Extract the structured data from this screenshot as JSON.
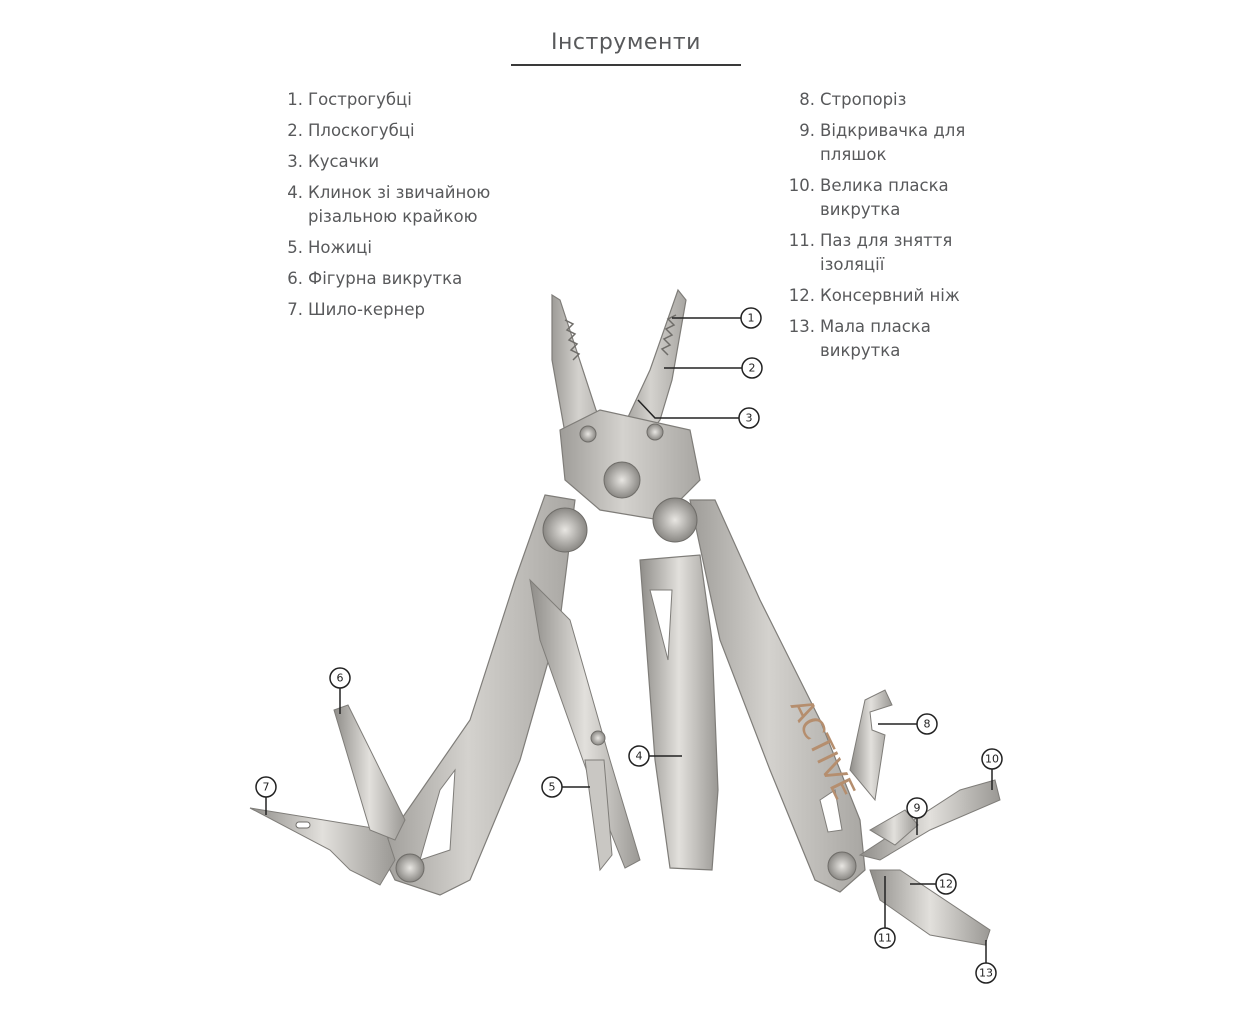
{
  "title": "Інструменти",
  "tools_left": [
    {
      "num": "1.",
      "label": "Гострогубці"
    },
    {
      "num": "2.",
      "label": "Плоскогубці"
    },
    {
      "num": "3.",
      "label": "Кусачки"
    },
    {
      "num": "4.",
      "label": "Клинок зі звичайною різальною крайкою"
    },
    {
      "num": "5.",
      "label": "Ножиці"
    },
    {
      "num": "6.",
      "label": "Фігурна викрутка"
    },
    {
      "num": "7.",
      "label": "Шило-кернер"
    }
  ],
  "tools_right": [
    {
      "num": "8.",
      "label": "Стропоріз"
    },
    {
      "num": "9.",
      "label": "Відкривачка для пляшок"
    },
    {
      "num": "10.",
      "label": "Велика пласка викрутка"
    },
    {
      "num": "11.",
      "label": "Паз для зняття ізоляції"
    },
    {
      "num": "12.",
      "label": "Консервний ніж"
    },
    {
      "num": "13.",
      "label": "Мала пласка викрутка"
    }
  ],
  "brand_logo": "ACTIVE",
  "callouts": [
    "1",
    "2",
    "3",
    "4",
    "5",
    "6",
    "7",
    "8",
    "9",
    "10",
    "11",
    "12",
    "13"
  ],
  "colors": {
    "text": "#58595b",
    "steel": "#b9b7b3",
    "steel_dark": "#8c8a86",
    "line": "#222222"
  }
}
